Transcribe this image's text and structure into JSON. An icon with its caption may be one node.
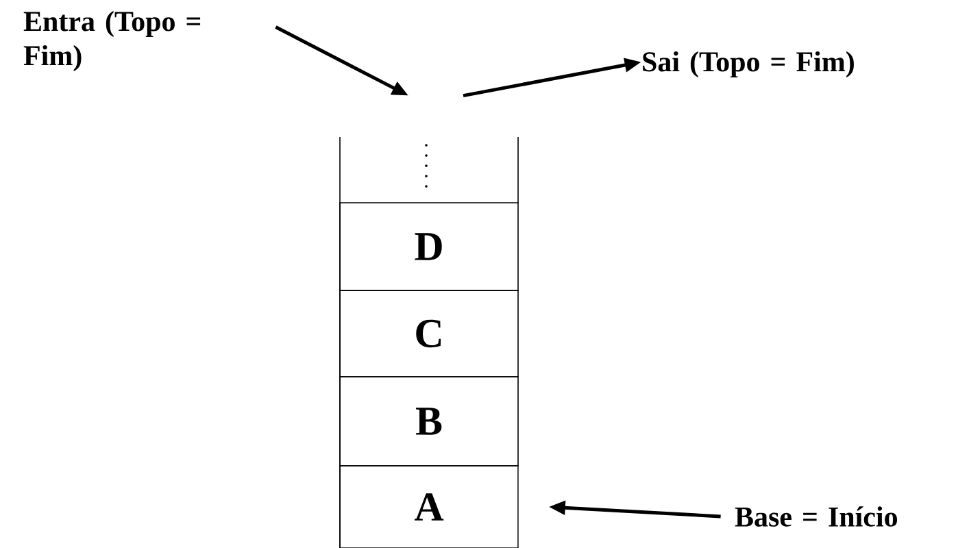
{
  "diagram": {
    "nodes": [
      {
        "text": [
          "Entra (Topo = Fim)"
        ]
      },
      {
        "text": [
          "Sai (Topo = Fim)"
        ]
      },
      {
        "text": [],
        "shape": "box"
      },
      {
        "text": [
          "D"
        ],
        "in": 2
      },
      {
        "text": [
          "C"
        ],
        "in": 2
      },
      {
        "text": [
          "B"
        ],
        "in": 2
      },
      {
        "text": [
          "A"
        ],
        "in": 2
      },
      {
        "text": [
          "Base = Início"
        ]
      }
    ],
    "edges": [
      {
        "from": 0,
        "to": 2,
        "arrow": "to"
      },
      {
        "from": 2,
        "to": 1,
        "arrow": "to"
      },
      {
        "from": 7,
        "to": 6,
        "arrow": "to"
      }
    ]
  }
}
